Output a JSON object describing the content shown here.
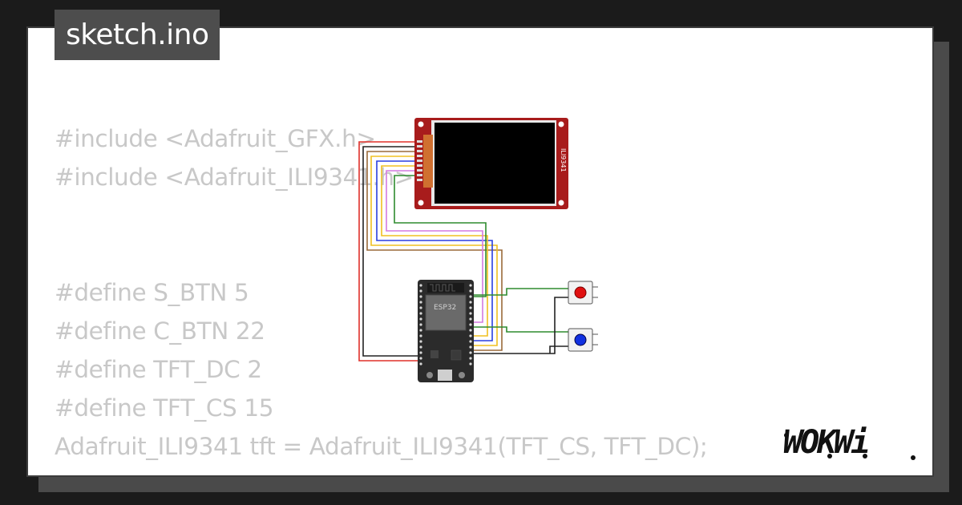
{
  "file_tab": {
    "label": "sketch.ino"
  },
  "code_lines": [
    "#include <Adafruit_GFX.h>",
    "#include <Adafruit_ILI9341.h>",
    "",
    "",
    "#define S_BTN 5",
    "#define C_BTN 22",
    "#define TFT_DC 2",
    "#define TFT_CS 15",
    "Adafruit_ILI9341 tft = Adafruit_ILI9341(TFT_CS, TFT_DC);"
  ],
  "circuit": {
    "display_label": "ILI9341",
    "mcu_label": "ESP32",
    "buttons": [
      {
        "color": "#e01010"
      },
      {
        "color": "#1030e0"
      }
    ],
    "wire_colors": {
      "red": "#e0302a",
      "black": "#222222",
      "green": "#2e8b2e",
      "violet": "#d47ae0",
      "blue": "#2a3fe0",
      "yellow": "#f0c020",
      "brown": "#9a6a3a",
      "gray": "#999999"
    }
  },
  "brand": {
    "logo_text": "WOKWi"
  }
}
